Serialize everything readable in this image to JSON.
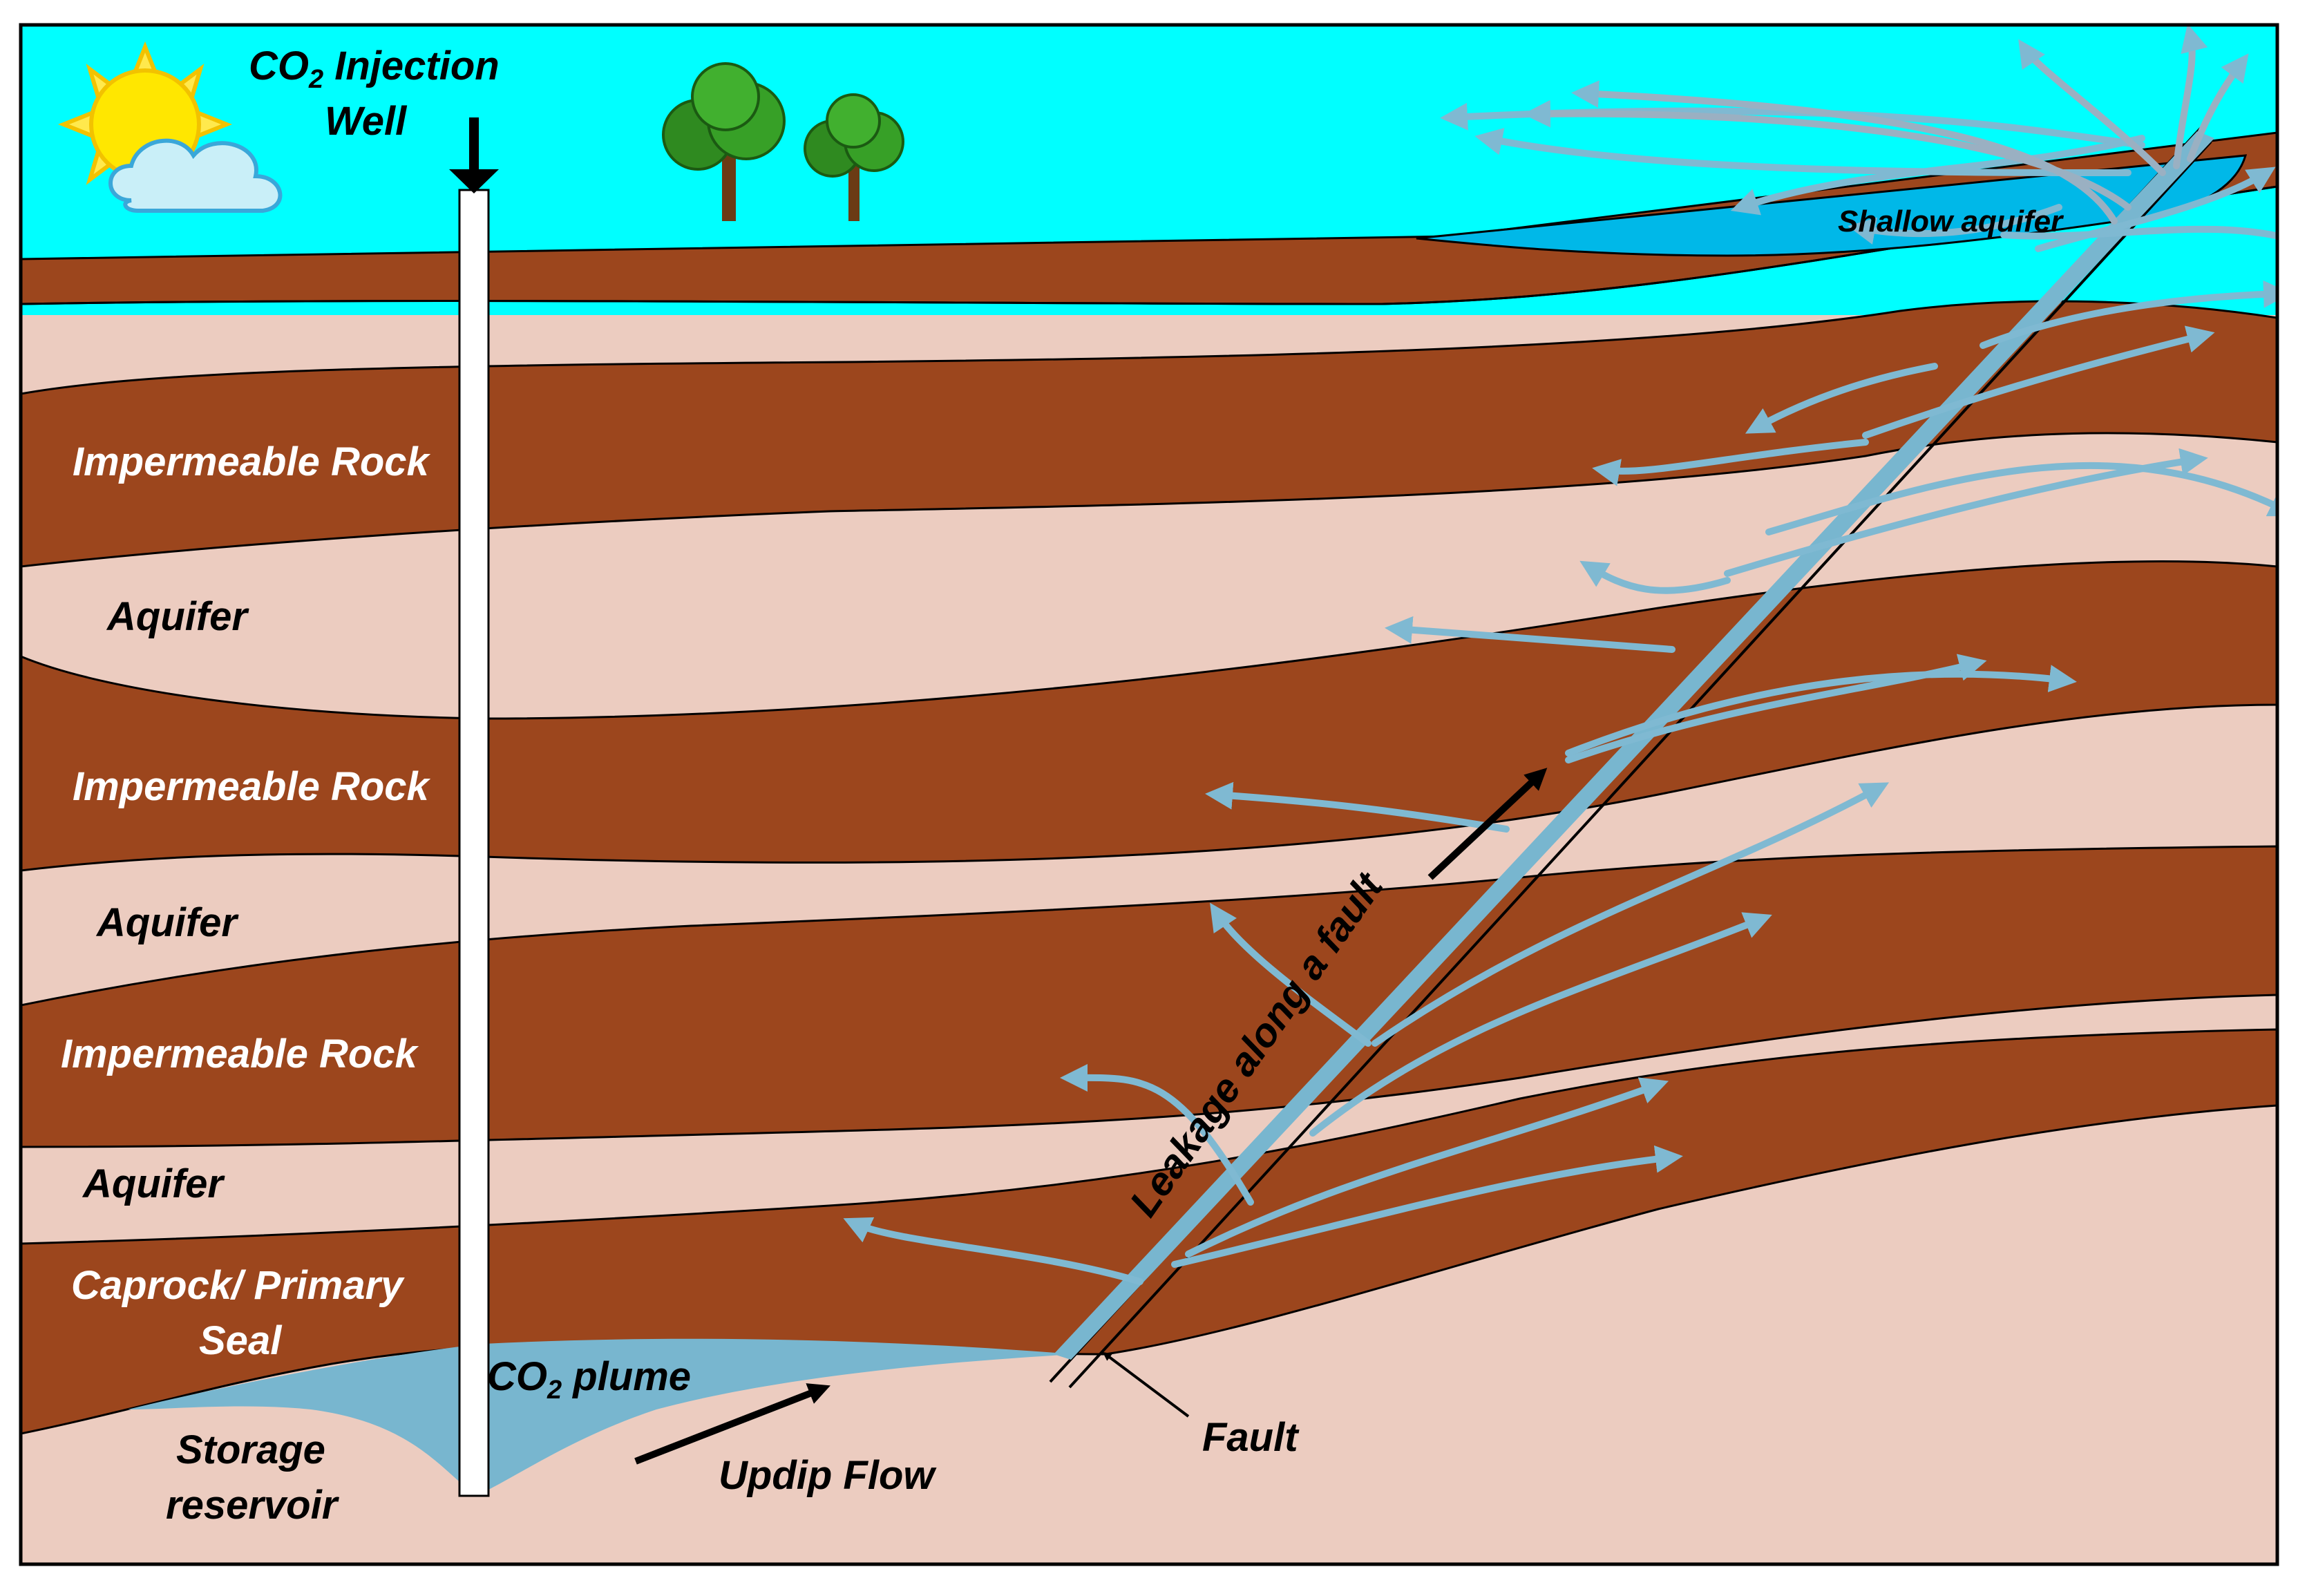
{
  "labels": {
    "injection_well_line1": "CO",
    "injection_well_sub": "2",
    "injection_well_line1_rest": " Injection",
    "injection_well_line2": "Well",
    "shallow_aquifer": "Shallow aquifer",
    "impermeable_rock_1": "Impermeable Rock",
    "aquifer_1": "Aquifer",
    "impermeable_rock_2": "Impermeable Rock",
    "aquifer_2": "Aquifer",
    "impermeable_rock_3": "Impermeable Rock",
    "aquifer_3": "Aquifer",
    "caprock_line1": "Caprock/ Primary",
    "caprock_line2": "Seal",
    "storage_line1": "Storage",
    "storage_line2": "reservoir",
    "plume_prefix": "CO",
    "plume_sub": "2",
    "plume_rest": " plume",
    "updip_flow": "Updip Flow",
    "fault": "Fault",
    "leakage": "Leakage along a fault"
  },
  "colors": {
    "sky": "#00ffff",
    "rock": "#9c461d",
    "aquifer": "#ecccc0",
    "water": "#00b8e8",
    "plume": "#78b6cf",
    "fault": "#78b6cf",
    "arrow": "#7fb9d2",
    "outline": "#000000"
  },
  "icons": [
    "sun-icon",
    "cloud-icon",
    "tree-icon",
    "tree-icon",
    "down-arrow-icon"
  ]
}
